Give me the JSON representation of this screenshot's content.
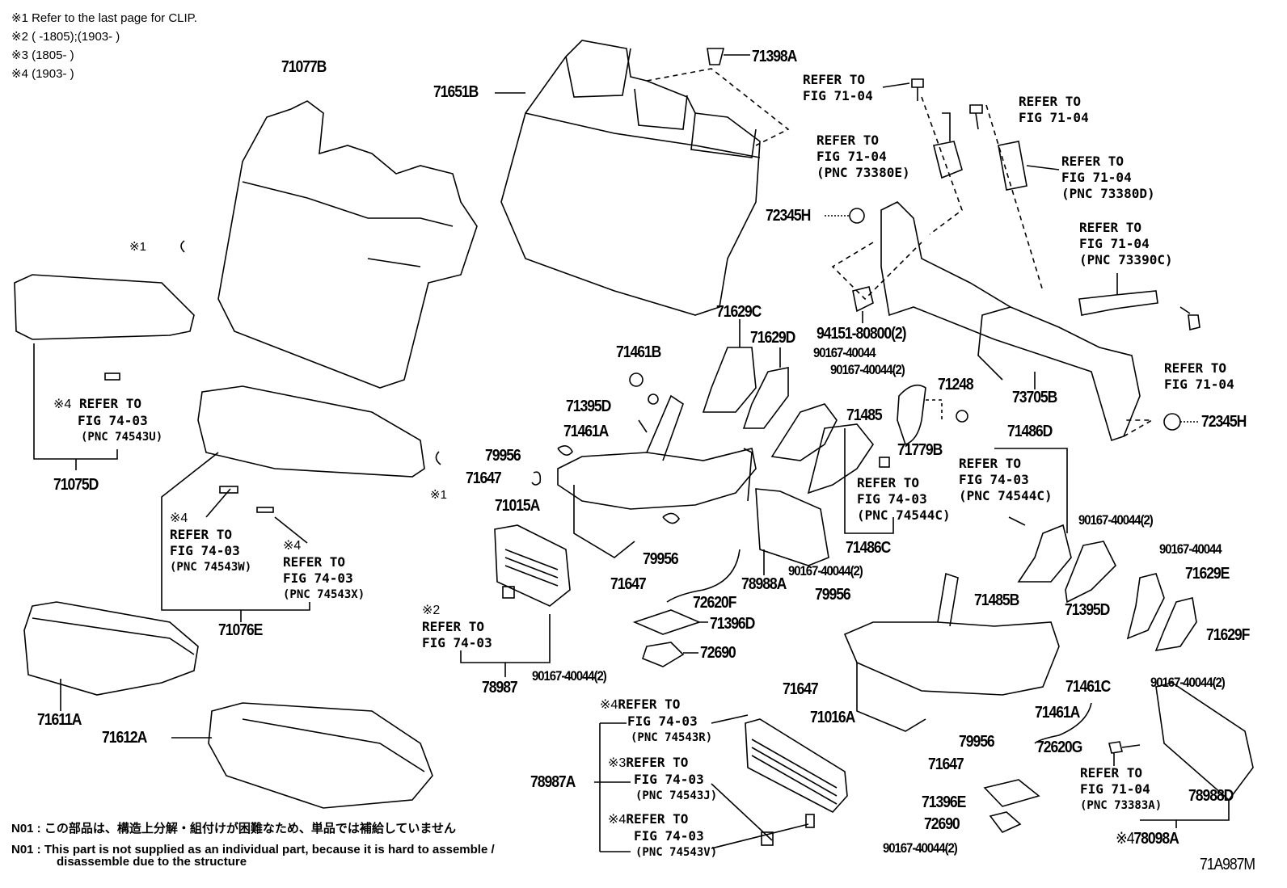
{
  "notes": {
    "n1": "※1 Refer to the last page for CLIP.",
    "n2": "※2 (      -1805);(1903-      )",
    "n3": "※3 (1805-      )",
    "n4": "※4 (1903-      )"
  },
  "footnotes": {
    "jp": "N01 : この部品は、構造上分解・組付けが困難なため、単品では補給していません",
    "en1": "N01 : This part is not supplied as an individual part, because it is hard to assemble /",
    "en2": "disassemble due to the structure"
  },
  "figure_code": "71A987M",
  "refs": {
    "refer_to": "REFER TO",
    "fig_71_04": "FIG 71-04",
    "fig_74_03": "FIG 74-03",
    "pnc_73380E": "(PNC 73380E)",
    "pnc_73380D": "(PNC 73380D)",
    "pnc_73390C": "(PNC 73390C)",
    "pnc_74543U": "(PNC 74543U)",
    "pnc_74543W": "(PNC 74543W)",
    "pnc_74543X": "(PNC 74543X)",
    "pnc_74544C": "(PNC 74544C)",
    "pnc_74543R": "(PNC 74543R)",
    "pnc_74543J": "(PNC 74543J)",
    "pnc_74543V": "(PNC 74543V)",
    "pnc_73383A": "(PNC 73383A)",
    "mark1": "※1",
    "mark2": "※2",
    "mark3": "※3",
    "mark4": "※4"
  },
  "parts": {
    "p71077B": "71077B",
    "p71651B": "71651B",
    "p71398A": "71398A",
    "p72345H": "72345H",
    "p94151": "94151-80800(2)",
    "p71629C": "71629C",
    "p71629D": "71629D",
    "p71461B": "71461B",
    "p90167": "90167-40044",
    "p90167x2": "90167-40044(2)",
    "p71248": "71248",
    "p73705B": "73705B",
    "p71395D": "71395D",
    "p71485": "71485",
    "p71461A": "71461A",
    "p71779B": "71779B",
    "p71486D": "71486D",
    "p79956": "79956",
    "p71647": "71647",
    "p71075D": "71075D",
    "p71015A": "71015A",
    "p71486C": "71486C",
    "p71629E": "71629E",
    "p78988A": "78988A",
    "p72620F": "72620F",
    "p71485B": "71485B",
    "p71076E": "71076E",
    "p71396D": "71396D",
    "p71629F": "71629F",
    "p72690": "72690",
    "p71611A": "71611A",
    "p78987": "78987",
    "p71461C": "71461C",
    "p71016A": "71016A",
    "p71612A": "71612A",
    "p72620G": "72620G",
    "p78987A": "78987A",
    "p78988D": "78988D",
    "p71396E": "71396E",
    "p78098A": "78098A"
  }
}
